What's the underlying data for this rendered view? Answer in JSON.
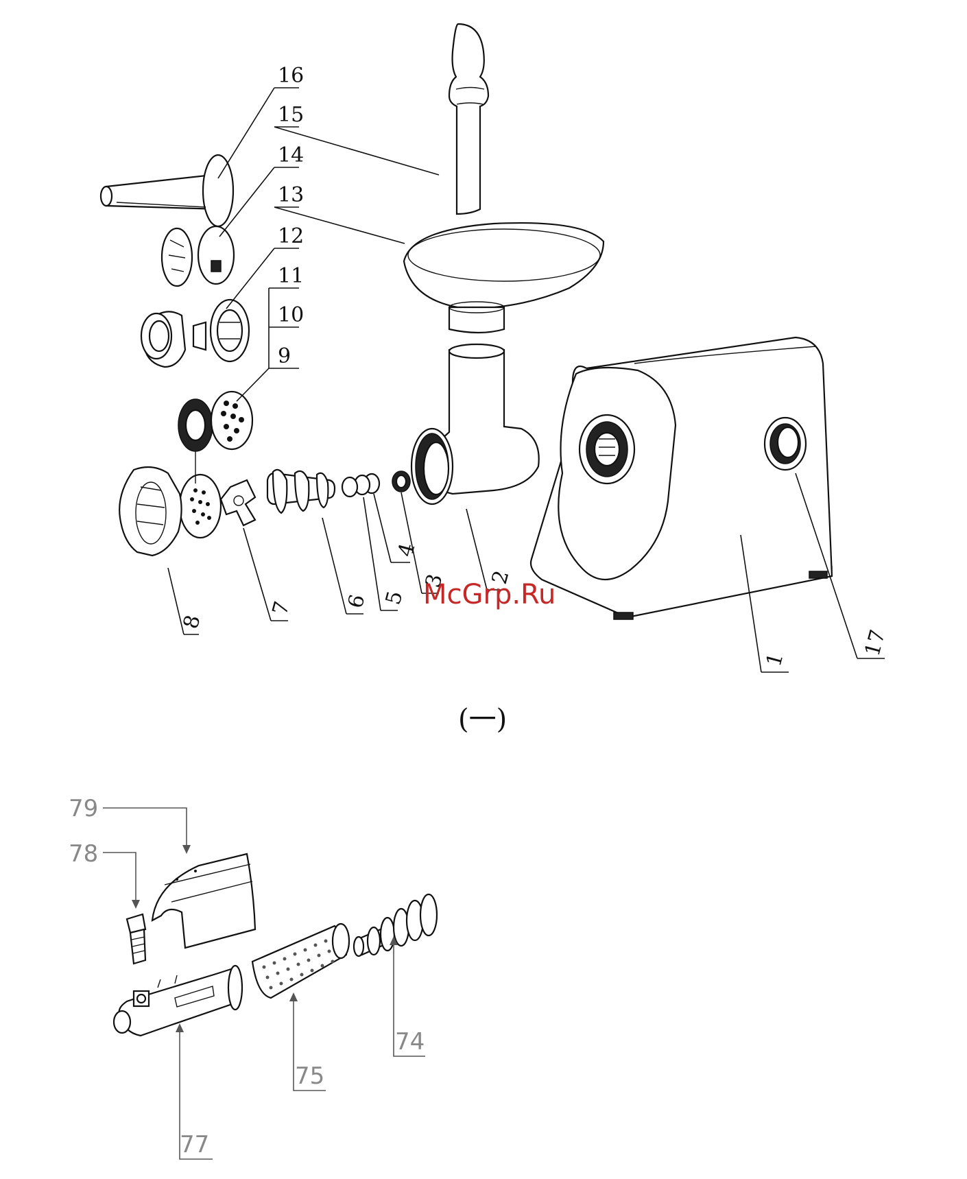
{
  "watermark": "McGrp.Ru",
  "caption": "(一)",
  "assembly_1": {
    "callouts": [
      {
        "id": "c16",
        "label": "16",
        "part": "sausage-nozzle"
      },
      {
        "id": "c15",
        "label": "15",
        "part": "food-pusher"
      },
      {
        "id": "c14",
        "label": "14",
        "part": "kibbe-attachment"
      },
      {
        "id": "c13",
        "label": "13",
        "part": "feeding-tray"
      },
      {
        "id": "c12",
        "label": "12",
        "part": "kibbe-former"
      },
      {
        "id": "c11",
        "label": "11",
        "part": "cone"
      },
      {
        "id": "c10",
        "label": "10",
        "part": "cutting-plate-fine"
      },
      {
        "id": "c9",
        "label": "9",
        "part": "cutting-plate-coarse"
      },
      {
        "id": "c8",
        "label": "8",
        "part": "ring-nut"
      },
      {
        "id": "c7",
        "label": "7",
        "part": "cutting-blade"
      },
      {
        "id": "c6",
        "label": "6",
        "part": "feed-screw"
      },
      {
        "id": "c5",
        "label": "5",
        "part": "washer"
      },
      {
        "id": "c4",
        "label": "4",
        "part": "o-ring"
      },
      {
        "id": "c3",
        "label": "3",
        "part": "gear-insert"
      },
      {
        "id": "c2",
        "label": "2",
        "part": "grinder-head"
      },
      {
        "id": "c1",
        "label": "1",
        "part": "motor-housing"
      },
      {
        "id": "c17",
        "label": "17",
        "part": "power-switch"
      }
    ]
  },
  "assembly_2": {
    "callouts": [
      {
        "id": "c79",
        "label": "79",
        "part": "juicer-cover"
      },
      {
        "id": "c78",
        "label": "78",
        "part": "spout-plug"
      },
      {
        "id": "c77",
        "label": "77",
        "part": "juicer-housing"
      },
      {
        "id": "c75",
        "label": "75",
        "part": "strainer-cone"
      },
      {
        "id": "c74",
        "label": "74",
        "part": "juicer-screw"
      }
    ]
  }
}
